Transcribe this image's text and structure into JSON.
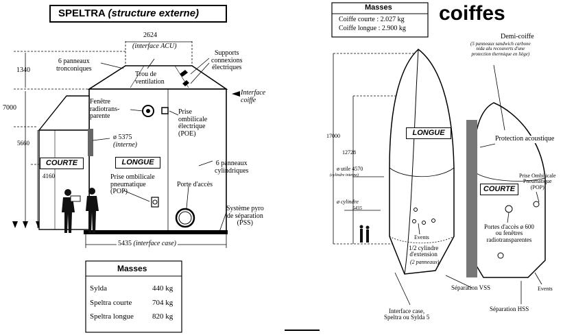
{
  "left": {
    "title": "SPELTRA",
    "subtitle": "(structure externe)",
    "dim_2624": "2624",
    "interface_acu": "(interface ACU)",
    "dim_1340": "1340",
    "dim_7000": "7000",
    "dim_5660": "5660",
    "dim_4160": "4160",
    "panneaux_tronconiques": "6 panneaux\ntronconiques",
    "trou_ventilation": "Trou de\nventilation",
    "supports": "Supports\nconnexions\nélectriques",
    "interface_coiffe": "Interface\ncoiffe",
    "fenetre": "Fenêtre\nradiotrans-\nparente",
    "prise_poe": "Prise\nombilicale\nélectrique\n(POE)",
    "diam_5375": "ø 5375",
    "interne": "(interne)",
    "courte": "COURTE",
    "longue": "LONGUE",
    "panneaux_cyl": "6 panneaux\ncylindriques",
    "prise_pop": "Prise ombilicale\npneumatique\n(POP)",
    "porte": "Porte d'accès",
    "pss": "Système pyro\nde séparation\n(PSS)",
    "dim_5435": "5435",
    "interface_case": "(interface case)",
    "masses_title": "Masses",
    "masses": [
      {
        "name": "Sylda",
        "value": "440 kg"
      },
      {
        "name": "Speltra courte",
        "value": "704 kg"
      },
      {
        "name": "Speltra longue",
        "value": "820 kg"
      }
    ]
  },
  "right": {
    "masses_title": "Masses",
    "coiffe_courte": "Coiffe courte :  2.027 kg",
    "coiffe_longue": "Coiffe longue : 2.900 kg",
    "title": "coiffes",
    "demi_coiffe": "Demi-coiffe",
    "demi_coiffe_desc": "(5 panneaux sandwich carbone\nnida alu recouverts d'une\nprotection thermique en liège)",
    "dim_17000": "17000",
    "dim_12728": "12728",
    "utile_4570": "ø utile 4570",
    "cyl_interne": "(cylindre interne)",
    "cyl_5435_a": "ø cylindre",
    "cyl_5435_b": "5435",
    "longue": "LONGUE",
    "courte": "COURTE",
    "protection": "Protection acoustique",
    "pop": "Prise Ombilicale\nPneumatique\n(POP)",
    "portes": "Portes d'accès ø 600\nou fenêtres\nradiotransparentes",
    "events_left": "Events",
    "events_right": "Events",
    "demi_cyl": "1/2 cylindre\nd'extension",
    "deux_panneaux": "(2 panneaux)",
    "vss": "Séparation VSS",
    "hss": "Séparation HSS",
    "interface_case": "Interface case,\nSpeltra ou Sylda 5"
  }
}
